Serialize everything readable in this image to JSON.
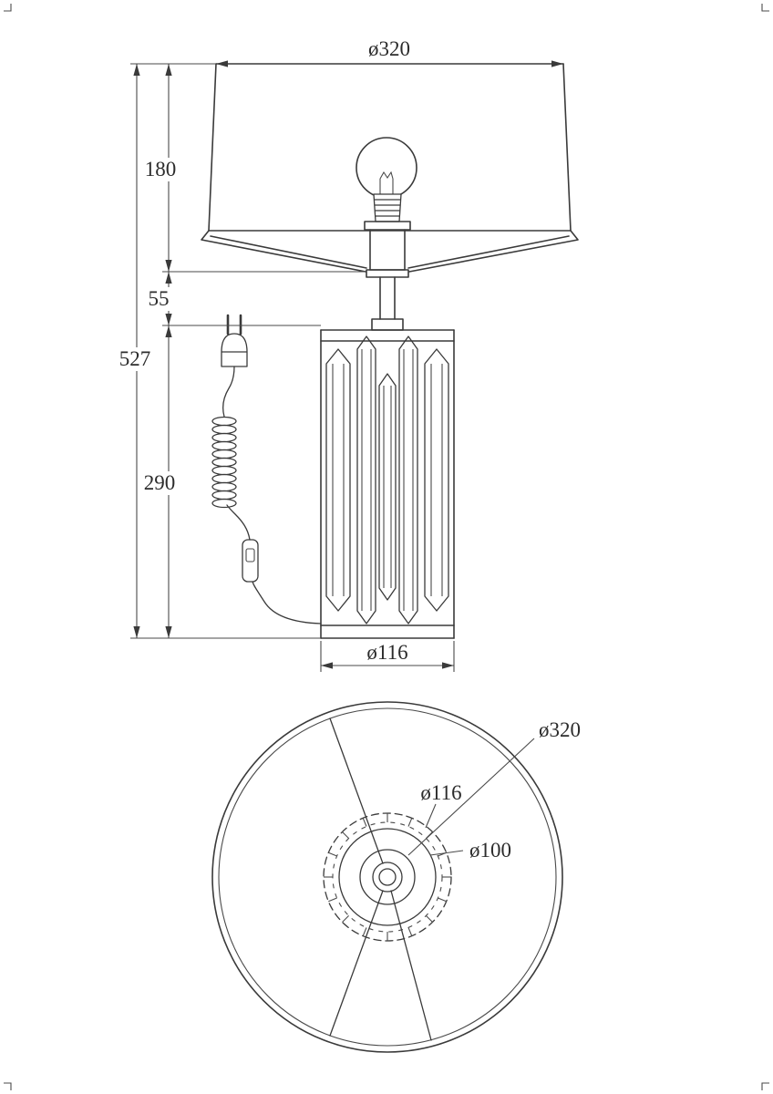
{
  "drawing": {
    "kind": "table-lamp-dimension-drawing",
    "background": "#ffffff",
    "line_color": "#3a3a3a"
  },
  "front_view": {
    "dimensions": {
      "shade_diameter": "ø320",
      "shade_height": "180",
      "neck_height": "55",
      "total_height": "527",
      "body_height": "290",
      "body_diameter": "ø116"
    }
  },
  "bottom_view": {
    "dimensions": {
      "shade_diameter": "ø320",
      "body_diameter": "ø116",
      "base_diameter": "ø100"
    }
  }
}
